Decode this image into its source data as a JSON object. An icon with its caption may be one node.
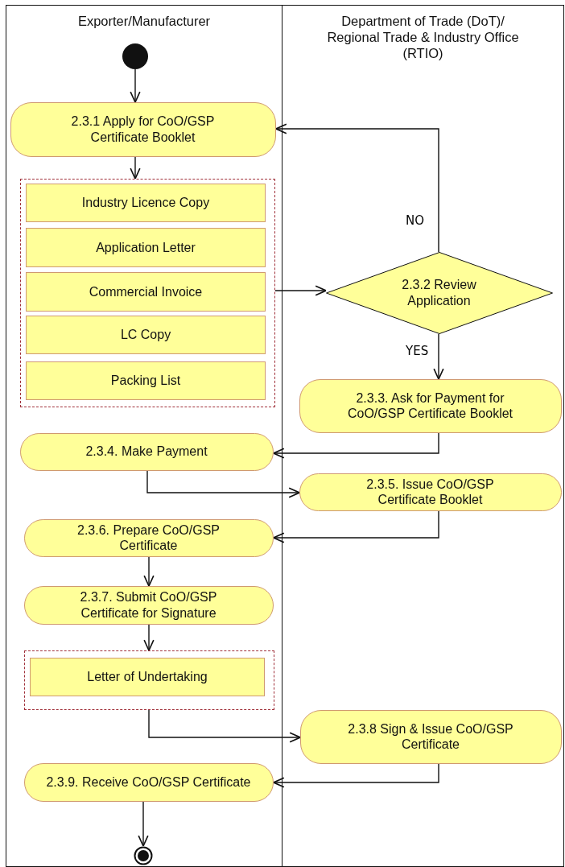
{
  "diagram": {
    "nodes": [
      {
        "text": [
          "Exporter/Manufacturer"
        ]
      },
      {
        "text": [
          "Department of Trade (DoT)/ Regional Trade & Industry Office (RTIO)"
        ]
      },
      {
        "text": [],
        "shape": "circle",
        "in": 0
      },
      {
        "text": [
          "2.3.1  Apply for CoO/GSP Certificate Booklet"
        ],
        "in": 0
      },
      {
        "text": [],
        "shape": "box",
        "in": 0
      },
      {
        "text": [
          "Industry Licence Copy"
        ],
        "in": 4
      },
      {
        "text": [
          "Application Letter"
        ],
        "in": 4
      },
      {
        "text": [
          "Commercial Invoice"
        ],
        "in": 4
      },
      {
        "text": [
          "LC Copy"
        ],
        "in": 4
      },
      {
        "text": [
          "Packing List"
        ],
        "in": 4
      },
      {
        "text": [
          "2.3.2 Review Application"
        ],
        "in": 1
      },
      {
        "text": [
          "2.3.3. Ask for Payment for CoO/GSP Certificate Booklet"
        ],
        "in": 1
      },
      {
        "text": [
          "2.3.4. Make Payment"
        ],
        "in": 0
      },
      {
        "text": [
          "2.3.5. Issue CoO/GSP Certificate Booklet"
        ],
        "in": 1
      },
      {
        "text": [
          "2.3.6. Prepare  CoO/GSP Certificate"
        ],
        "in": 0
      },
      {
        "text": [
          "2.3.7. Submit CoO/GSP Certificate for Signature"
        ],
        "in": 0
      },
      {
        "text": [],
        "shape": "box",
        "in": 0
      },
      {
        "text": [
          "Letter of Undertaking"
        ],
        "in": 16
      },
      {
        "text": [
          "2.3.8 Sign & Issue CoO/GSP Certificate"
        ],
        "in": 1
      },
      {
        "text": [
          "2.3.9. Receive CoO/GSP Certificate"
        ],
        "in": 0
      },
      {
        "text": [],
        "shape": "circle",
        "in": 0
      }
    ],
    "edges": [
      {
        "from": 2,
        "to": 3,
        "arrow": "to"
      },
      {
        "from": 3,
        "to": 4,
        "arrow": "to"
      },
      {
        "from": 4,
        "to": 10,
        "arrow": "to"
      },
      {
        "from": 10,
        "to": 3,
        "arrow": "to",
        "label": "NO"
      },
      {
        "from": 10,
        "to": 11,
        "arrow": "to",
        "label": "YES"
      },
      {
        "from": 11,
        "to": 12,
        "arrow": "to"
      },
      {
        "from": 12,
        "to": 13,
        "arrow": "to"
      },
      {
        "from": 13,
        "to": 14,
        "arrow": "to"
      },
      {
        "from": 14,
        "to": 15,
        "arrow": "to"
      },
      {
        "from": 15,
        "to": 16,
        "arrow": "to"
      },
      {
        "from": 16,
        "to": 18,
        "arrow": "to"
      },
      {
        "from": 18,
        "to": 19,
        "arrow": "to"
      },
      {
        "from": 19,
        "to": 20,
        "arrow": "to"
      }
    ]
  }
}
